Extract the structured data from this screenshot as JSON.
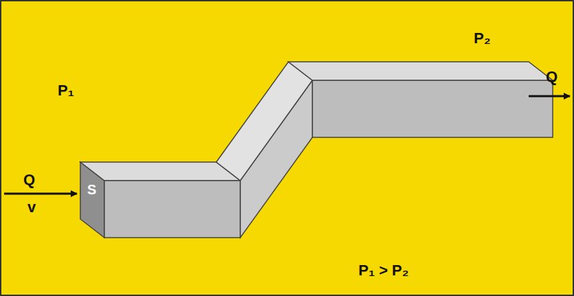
{
  "diagram": {
    "labels": [
      "P₁",
      "Q",
      "v",
      "S",
      "P₂",
      "Q",
      "P₁ > P₂"
    ]
  }
}
